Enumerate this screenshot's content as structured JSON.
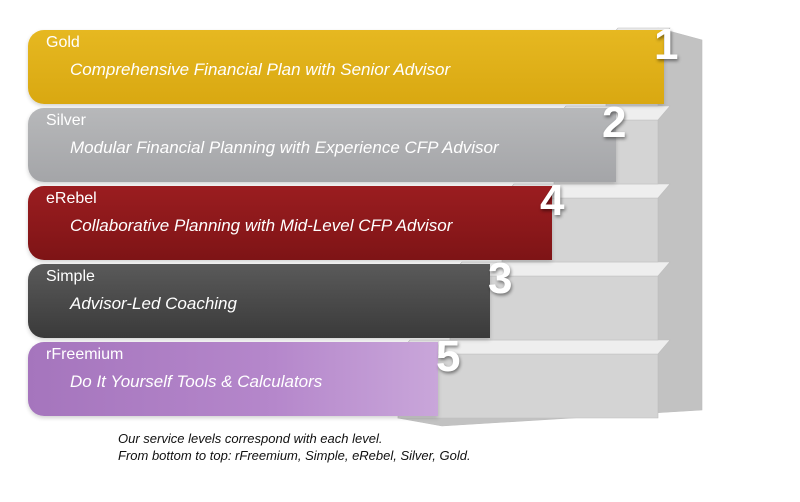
{
  "tiers": [
    {
      "name": "Gold",
      "description": "Comprehensive Financial Plan with Senior Advisor",
      "color": "#e1b01a"
    },
    {
      "name": "Silver",
      "description": "Modular Financial Planning with Experience CFP Advisor",
      "color": "#adaeb1"
    },
    {
      "name": "eRebel",
      "description": "Collaborative Planning with Mid-Level CFP Advisor",
      "color": "#8e1a1c"
    },
    {
      "name": "Simple",
      "description": "Advisor-Led Coaching",
      "color": "#4a4a4a"
    },
    {
      "name": "rFreemium",
      "description": "Do It Yourself Tools & Calculators",
      "color": "#ad7fc5"
    }
  ],
  "step_numbers": [
    "1",
    "2",
    "4",
    "3",
    "5"
  ],
  "caption": {
    "line1": "Our service levels correspond with each level.",
    "line2": "From bottom to top: rFreemium, Simple, eRebel, Silver, Gold."
  },
  "stairs": {
    "step_count": 5,
    "colors": {
      "tread": "#eeeeee",
      "riser": "#d4d4d4",
      "side": "#c2c2c2"
    }
  }
}
